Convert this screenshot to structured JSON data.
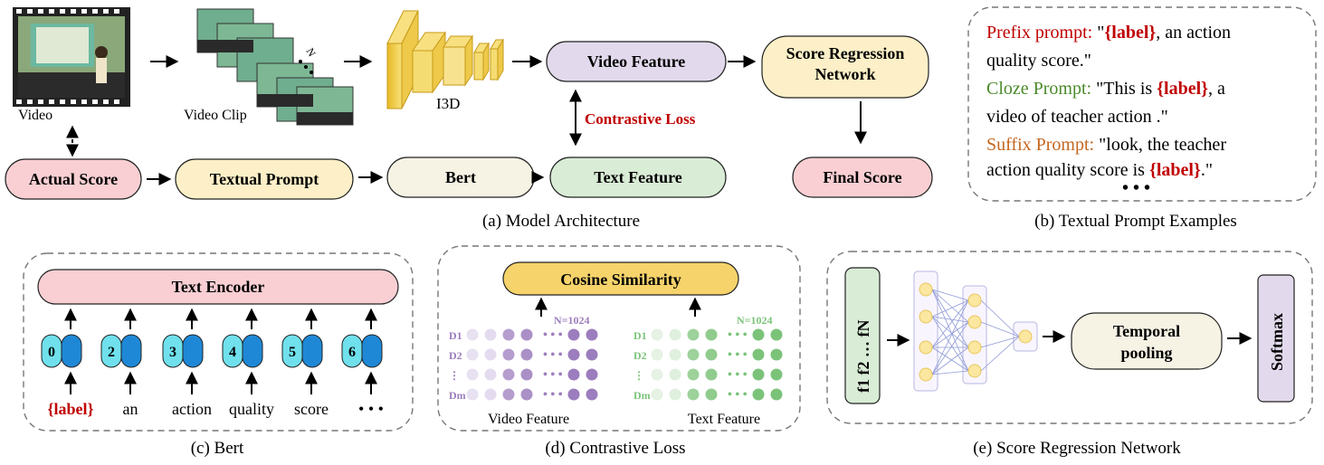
{
  "panel_a": {
    "caption": "(a) Model Architecture",
    "video_label": "Video",
    "clip_label": "Video Clip",
    "clip_n": "N",
    "i3d_label": "I3D",
    "video_feature": "Video Feature",
    "score_regression_line1": "Score Regression",
    "score_regression_line2": "Network",
    "contrastive_loss": "Contrastive Loss",
    "actual_score": "Actual Score",
    "textual_prompt": "Textual Prompt",
    "bert": "Bert",
    "text_feature": "Text Feature",
    "final_score": "Final Score"
  },
  "panel_b": {
    "caption": "(b) Textual Prompt Examples",
    "prefix_name": "Prefix prompt:",
    "prefix_pre": " \"",
    "prefix_label": "{label}",
    "prefix_post": ", an action",
    "prefix_line2": "quality score.\"",
    "cloze_name": "Cloze Prompt:",
    "cloze_pre": " \"This is ",
    "cloze_label": "{label}",
    "cloze_post": ", a",
    "cloze_line2": "video of teacher action .\"",
    "suffix_name": "Suffix Prompt:",
    "suffix_post": " \"look, the teacher",
    "suffix_line2_pre": "action quality score is ",
    "suffix_label": "{label}",
    "suffix_line2_post": ".\"",
    "ellipsis": "• • •"
  },
  "panel_c": {
    "caption": "(c) Bert",
    "encoder": "Text Encoder",
    "tokens": [
      {
        "id": "0",
        "word": "{label}",
        "highlight": true
      },
      {
        "id": "2",
        "word": "an",
        "highlight": false
      },
      {
        "id": "3",
        "word": "action",
        "highlight": false
      },
      {
        "id": "4",
        "word": "quality",
        "highlight": false
      },
      {
        "id": "5",
        "word": "score",
        "highlight": false
      },
      {
        "id": "6",
        "word": "• • •",
        "highlight": false
      }
    ]
  },
  "panel_d": {
    "caption": "(d) Contrastive Loss",
    "cosine": "Cosine Similarity",
    "n_left": "N=1024",
    "n_right": "N=1024",
    "rows": [
      "D1",
      "D2",
      "⋮",
      "Dm"
    ],
    "video_feature": "Video Feature",
    "text_feature": "Text Feature"
  },
  "panel_e": {
    "caption": "(e) Score Regression Network",
    "features": "f1   f2   …   fN",
    "temporal_line1": "Temporal",
    "temporal_line2": "pooling",
    "softmax": "Softmax"
  },
  "colors": {
    "pink": "#f9cfd3",
    "yellow": "#fdf0c8",
    "cream": "#f6f2e4",
    "green": "#d9ecd6",
    "lavender": "#e2d9ec",
    "gold": "#f6d36b",
    "red": "#c00000",
    "green_text": "#4b8a2a",
    "orange_text": "#c5661e",
    "cyan": "#6fe0ec",
    "blue": "#1e88d6",
    "purple_dot": "#9c7dbd",
    "green_dot": "#7cc37a"
  }
}
